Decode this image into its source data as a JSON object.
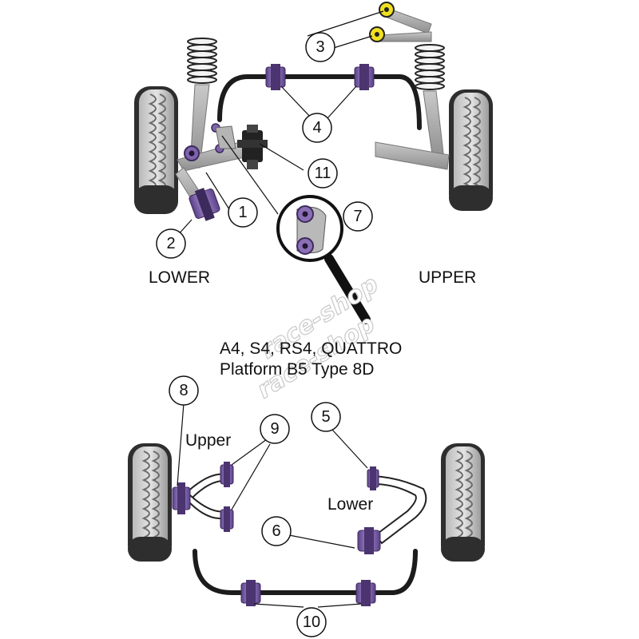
{
  "labels": {
    "lower": "LOWER",
    "upper": "UPPER",
    "upper_arm": "Upper",
    "lower_arm": "Lower"
  },
  "caption": {
    "line1": "A4, S4, RS4, QUATTRO",
    "line2": "Platform B5 Type 8D"
  },
  "callouts": {
    "c1": "1",
    "c2": "2",
    "c3": "3",
    "c4": "4",
    "c5": "5",
    "c6": "6",
    "c7": "7",
    "c8": "8",
    "c9": "9",
    "c10": "10",
    "c11": "11"
  },
  "watermark": {
    "line1": "race-shop",
    "line2": "race-shop"
  },
  "colors": {
    "bush": "#8a6fb6",
    "bush_dark": "#4b3470",
    "tyre": "#3a3a3a",
    "tyre_light": "#c8c8c8",
    "arm": "#a9a9a9",
    "yellow": "#f0e020"
  }
}
